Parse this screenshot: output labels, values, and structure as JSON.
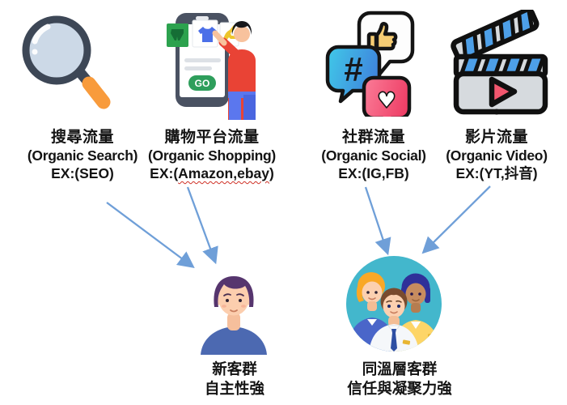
{
  "diagram": {
    "sources": [
      {
        "title_zh": "搜尋流量",
        "title_en": "(Organic Search)",
        "example": "EX:(SEO)"
      },
      {
        "title_zh": "購物平台流量",
        "title_en": "(Organic Shopping)",
        "example_prefix": "EX:(",
        "example_brands": "Amazon,ebay",
        "example_suffix": ")"
      },
      {
        "title_zh": "社群流量",
        "title_en": "(Organic Social)",
        "example": "EX:(IG,FB)"
      },
      {
        "title_zh": "影片流量",
        "title_en": "(Organic Video)",
        "example": "EX:(YT,抖音)"
      }
    ],
    "audiences": [
      {
        "name": "新客群",
        "trait": "自主性強"
      },
      {
        "name": "同溫層客群",
        "trait": "信任與凝聚力強"
      }
    ]
  },
  "icon_text": {
    "go_button": "GO",
    "hashtag": "#",
    "heart": "♥"
  },
  "colors": {
    "arrow": "#6f9fd8",
    "text": "#141414",
    "spellcheck_underline": "#cf3126"
  }
}
